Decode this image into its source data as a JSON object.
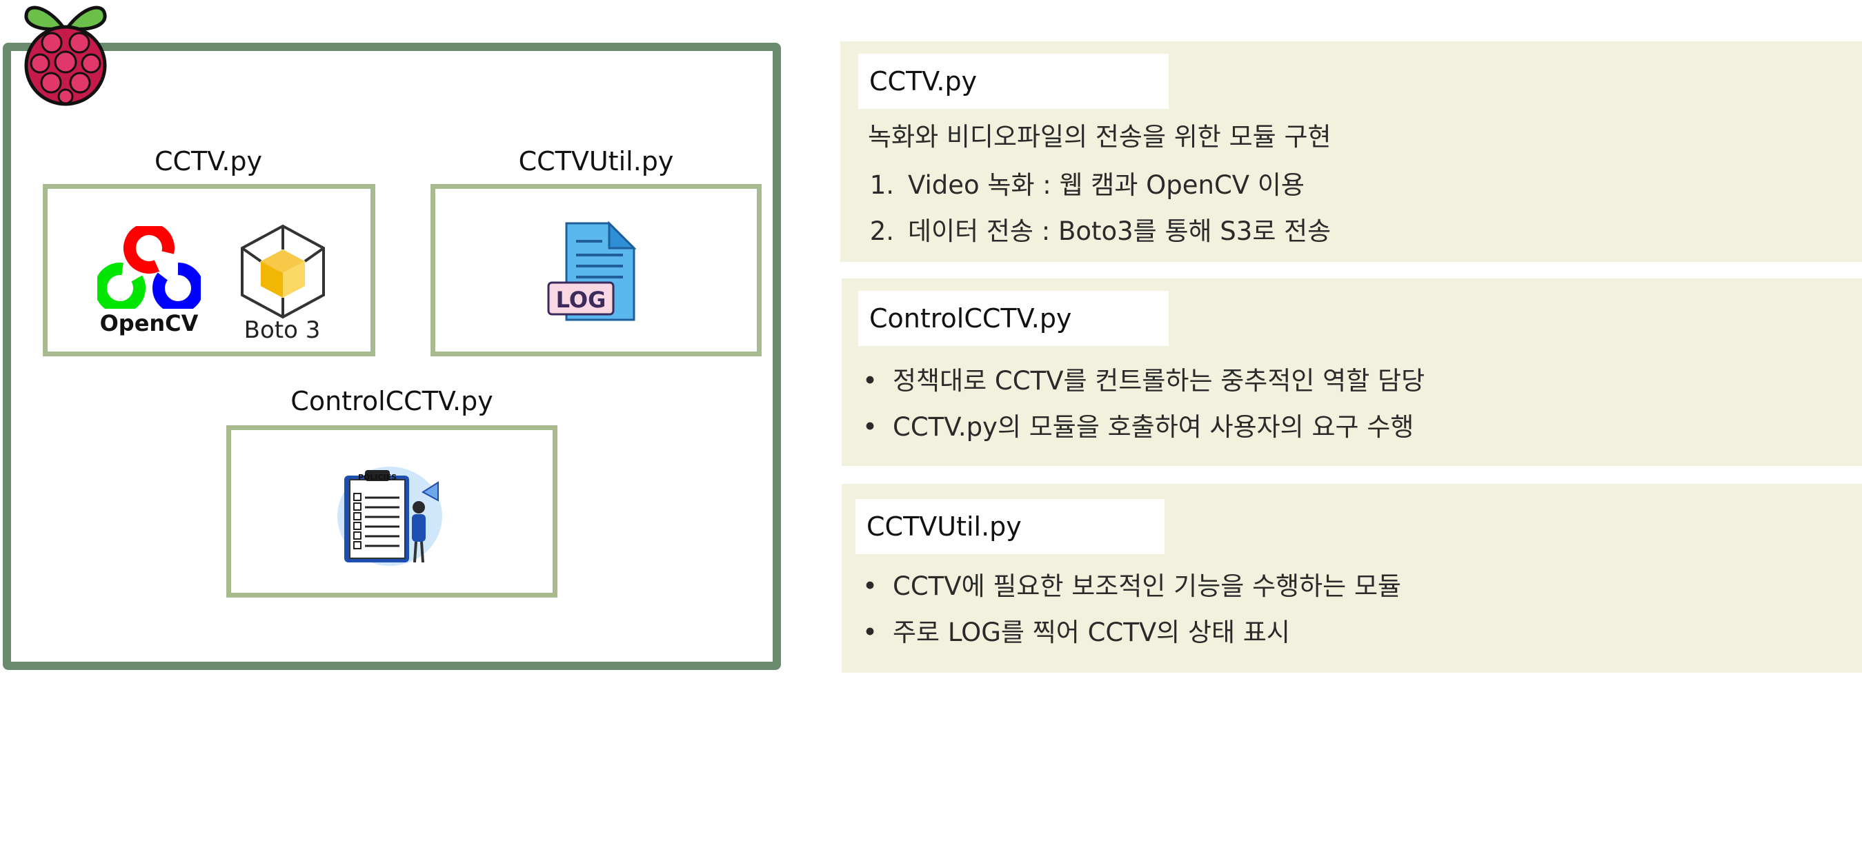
{
  "diagram": {
    "modules": {
      "cctv": {
        "title": "CCTV.py",
        "opencv_label": "OpenCV",
        "boto_label": "Boto 3"
      },
      "cctvutil": {
        "title": "CCTVUtil.py",
        "log_label": "LOG"
      },
      "control": {
        "title": "ControlCCTV.py",
        "policies_label": "POLICIES"
      }
    }
  },
  "panels": [
    {
      "title": "CCTV.py",
      "intro": "녹화와 비디오파일의 전송을 위한 모듈 구현",
      "items": [
        {
          "marker": "1.",
          "text": "Video 녹화 : 웹 캠과 OpenCV 이용"
        },
        {
          "marker": "2.",
          "text": "데이터 전송 : Boto3를 통해 S3로 전송"
        }
      ]
    },
    {
      "title": "ControlCCTV.py",
      "items": [
        {
          "marker": "•",
          "text": "정책대로 CCTV를 컨트롤하는 중추적인 역할 담당"
        },
        {
          "marker": "•",
          "text": "CCTV.py의 모듈을 호출하여 사용자의 요구 수행"
        }
      ]
    },
    {
      "title": "CCTVUtil.py",
      "items": [
        {
          "marker": "•",
          "text": "CCTV에 필요한 보조적인 기능을 수행하는 모듈"
        },
        {
          "marker": "•",
          "text": "주로 LOG를 찍어 CCTV의 상태 표시"
        }
      ]
    }
  ],
  "colors": {
    "frame": "#6b8b6f",
    "module_border": "#a7bb8f",
    "panel_bg": "#f2f1dd",
    "opencv_red": "#ff0000",
    "opencv_green": "#00e600",
    "opencv_blue": "#0000ff",
    "boto_yellow": "#f7c948",
    "log_doc": "#5bb8ef",
    "raspberry": "#c51a4a",
    "leaf": "#6cc04a"
  },
  "icons": [
    "raspberry-pi-logo-icon",
    "opencv-logo-icon",
    "boto3-cube-icon",
    "log-file-icon",
    "policies-clipboard-icon"
  ]
}
